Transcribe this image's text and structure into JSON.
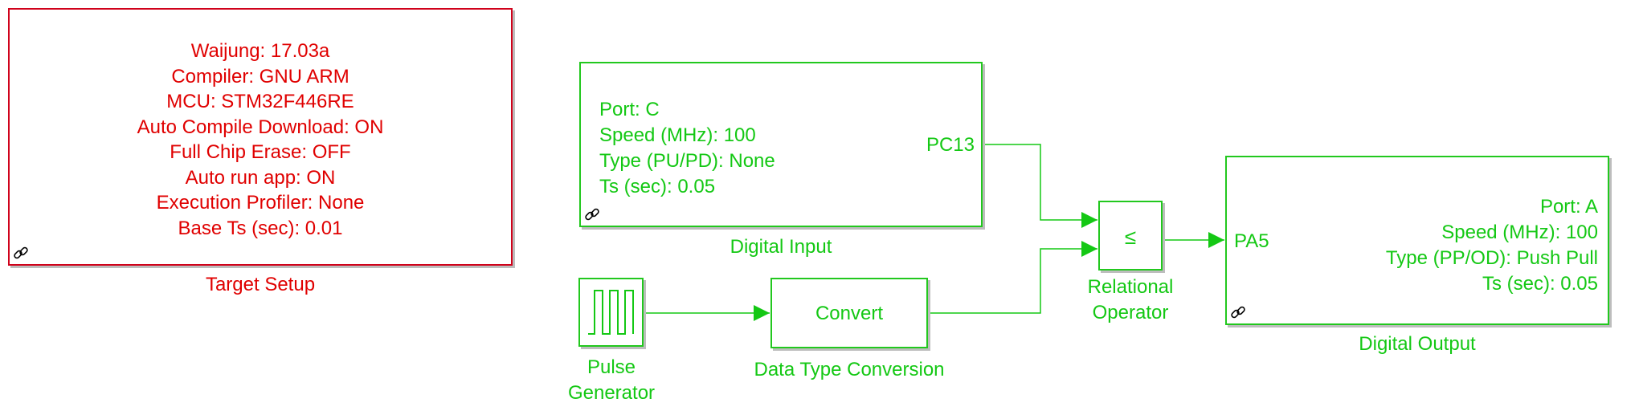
{
  "colors": {
    "config_block": "#e00000",
    "signal_block": "#14c814",
    "wire": "#14c814"
  },
  "target_setup": {
    "lines": [
      "Waijung: 17.03a",
      "Compiler: GNU ARM",
      "MCU: STM32F446RE",
      "Auto Compile Download: ON",
      "Full Chip Erase: OFF",
      "Auto run app: ON",
      "Execution Profiler: None",
      "Base Ts (sec): 0.01"
    ],
    "caption": "Target Setup",
    "link_icon": "link-icon"
  },
  "digital_input": {
    "lines": [
      "Port: C",
      "Speed (MHz): 100",
      "Type (PU/PD): None",
      "Ts (sec): 0.05"
    ],
    "output_port": "PC13",
    "caption": "Digital Input",
    "link_icon": "link-icon"
  },
  "pulse_generator": {
    "caption_line1": "Pulse",
    "caption_line2": "Generator",
    "icon": "pulse-wave-icon"
  },
  "data_type_conversion": {
    "label": "Convert",
    "caption": "Data Type Conversion"
  },
  "relational_operator": {
    "symbol": "≤",
    "caption_line1": "Relational",
    "caption_line2": "Operator"
  },
  "digital_output": {
    "lines": [
      "Port: A",
      "Speed (MHz): 100",
      "Type (PP/OD): Push Pull",
      "Ts (sec): 0.05"
    ],
    "input_port": "PA5",
    "caption": "Digital Output",
    "link_icon": "link-icon"
  }
}
